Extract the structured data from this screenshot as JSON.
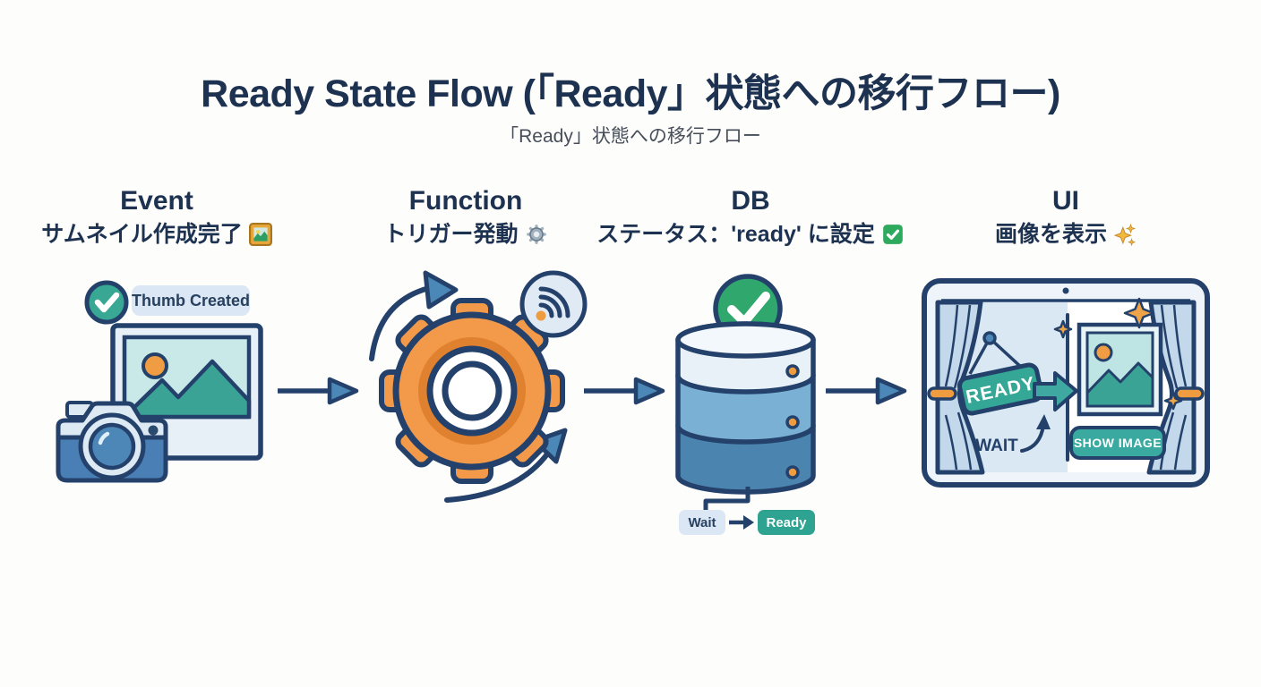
{
  "header": {
    "title": "Ready State Flow (「Ready」状態への移行フロー)",
    "subtitle": "「Ready」状態への移行フロー"
  },
  "columns": [
    {
      "title": "Event",
      "caption": "サムネイル作成完了",
      "emoji": "🖼️",
      "icon": "framed-picture-icon"
    },
    {
      "title": "Function",
      "caption": "トリガー発動",
      "emoji": "⚙️",
      "icon": "gear-emoji-icon"
    },
    {
      "title": "DB",
      "caption": "ステータス：'ready' に設定",
      "emoji": "✅",
      "icon": "check-mark-button-icon"
    },
    {
      "title": "UI",
      "caption": "画像を表示",
      "emoji": "✨",
      "icon": "sparkles-icon"
    }
  ],
  "event_stage": {
    "badge_label": "Thumb Created"
  },
  "db_stage": {
    "state_from": "Wait",
    "state_to": "Ready"
  },
  "ui_stage": {
    "sign_label": "READY",
    "wait_label": "WAIT",
    "button_label": "SHOW IMAGE"
  },
  "colors": {
    "outline_navy": "#24416b",
    "text_navy": "#1d3150",
    "teal": "#35a796",
    "gear_orange": "#f2994a",
    "accent_orange": "#ef9b40",
    "arrow_blue": "#4b87b7",
    "check_green": "#2fa76d",
    "light_blue": "#dbe7f5"
  }
}
